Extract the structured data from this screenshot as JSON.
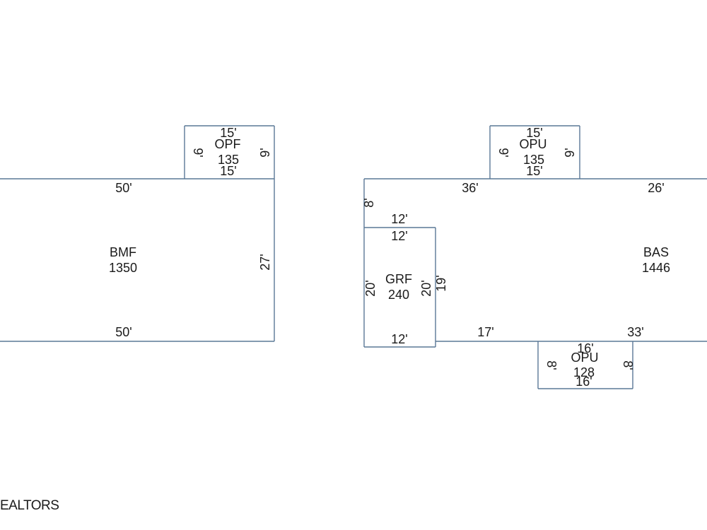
{
  "colors": {
    "outline": "#5a7896",
    "text": "#1a1a1a",
    "background": "#ffffff"
  },
  "sketch": {
    "bmf": {
      "code": "BMF",
      "area": "1350",
      "top": "50'",
      "bottom": "50'",
      "right": "27'"
    },
    "opf": {
      "code": "OPF",
      "area": "135",
      "top": "15'",
      "bottom": "15'",
      "left": "9'",
      "right": "9'"
    },
    "opu_top": {
      "code": "OPU",
      "area": "135",
      "top": "15'",
      "bottom": "15'",
      "left": "9'",
      "right": "9'"
    },
    "bas": {
      "code": "BAS",
      "area": "1446",
      "top_left": "36'",
      "top_right": "26'",
      "left": "8'",
      "inner_top": "12'",
      "inner_right": "19'",
      "bottom_left": "17'",
      "bottom_right": "33'"
    },
    "grf": {
      "code": "GRF",
      "area": "240",
      "top": "12'",
      "bottom": "12'",
      "left": "20'",
      "right": "20'"
    },
    "opu_bottom": {
      "code": "OPU",
      "area": "128",
      "top": "16'",
      "bottom": "16'",
      "left": "8'",
      "right": "8'"
    }
  },
  "footer": {
    "text": "EALTORS"
  }
}
